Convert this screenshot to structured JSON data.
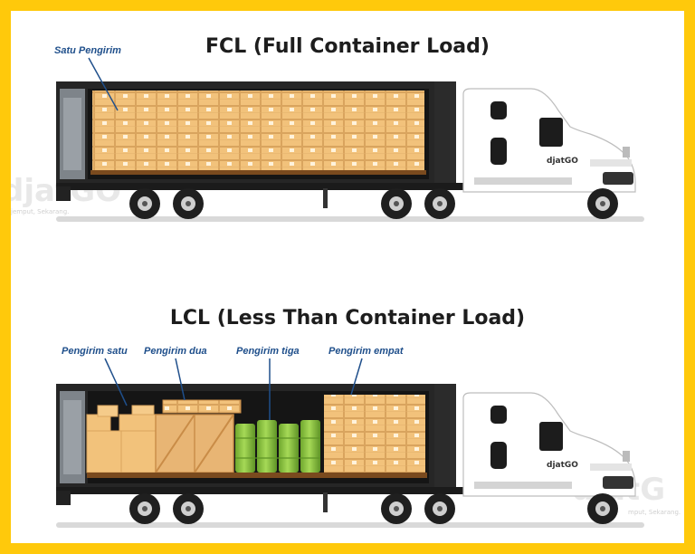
{
  "titles": {
    "fcl": "FCL (Full Container Load)",
    "lcl": "LCL (Less Than Container Load)"
  },
  "fcl_labels": {
    "single": "Satu Pengirim"
  },
  "lcl_labels": {
    "one": "Pengirim satu",
    "two": "Pengirim dua",
    "three": "Pengirim tiga",
    "four": "Pengirim empat"
  },
  "truck": {
    "door_logo": "djatGO"
  },
  "colors": {
    "frame": "#FFC90B",
    "label": "#1f4f8b",
    "box": "#F2C27B",
    "crate": "#E8B574",
    "barrel": "#8DC63F",
    "trailer_interior": "#151515",
    "cab": "#ffffff"
  }
}
